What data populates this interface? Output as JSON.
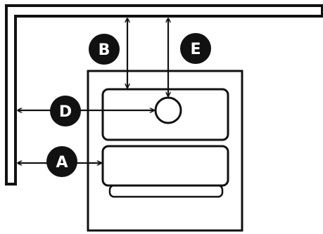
{
  "colors": {
    "ink": "#111111",
    "background": "#ffffff",
    "marker_text": "#ffffff"
  },
  "markers": {
    "a": "A",
    "b": "B",
    "d": "D",
    "e": "E"
  }
}
